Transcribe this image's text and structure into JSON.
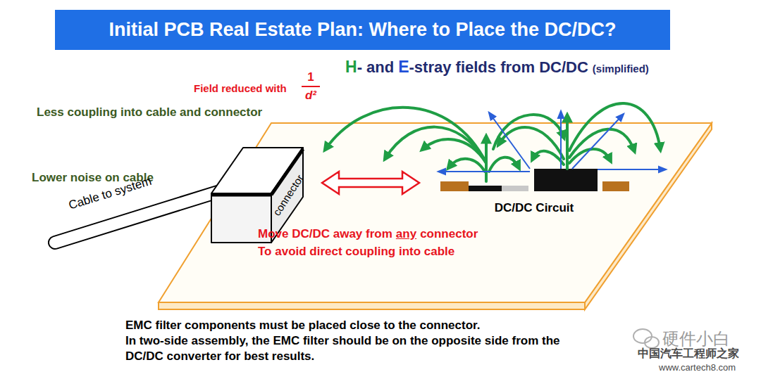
{
  "diagram": {
    "title": "Initial PCB Real Estate Plan: Where to Place the DC/DC?",
    "nodes": [
      {
        "text": [
          "connector"
        ]
      },
      {
        "text": [
          "DC/DC Circuit"
        ]
      }
    ],
    "edges": [
      {
        "from": 0,
        "to": 1,
        "arrow": "both"
      }
    ],
    "labels": [
      "H",
      "- and",
      "E",
      "-stray fields from DC/DC",
      "(simplified)",
      "Field reduced with",
      "1",
      "d²",
      "Less coupling into cable and connector",
      "Lower noise on cable",
      "Cable to system",
      "Move DC/DC away from",
      "any",
      "connector",
      "To avoid direct coupling into cable",
      "EMC filter components must be placed close to the connector.",
      "In two-side assembly, the EMC filter should be on the opposite side from the DC/DC converter for best results.",
      "硬件小白",
      "中国汽车工程师之家",
      "www.cartech8.com"
    ]
  }
}
